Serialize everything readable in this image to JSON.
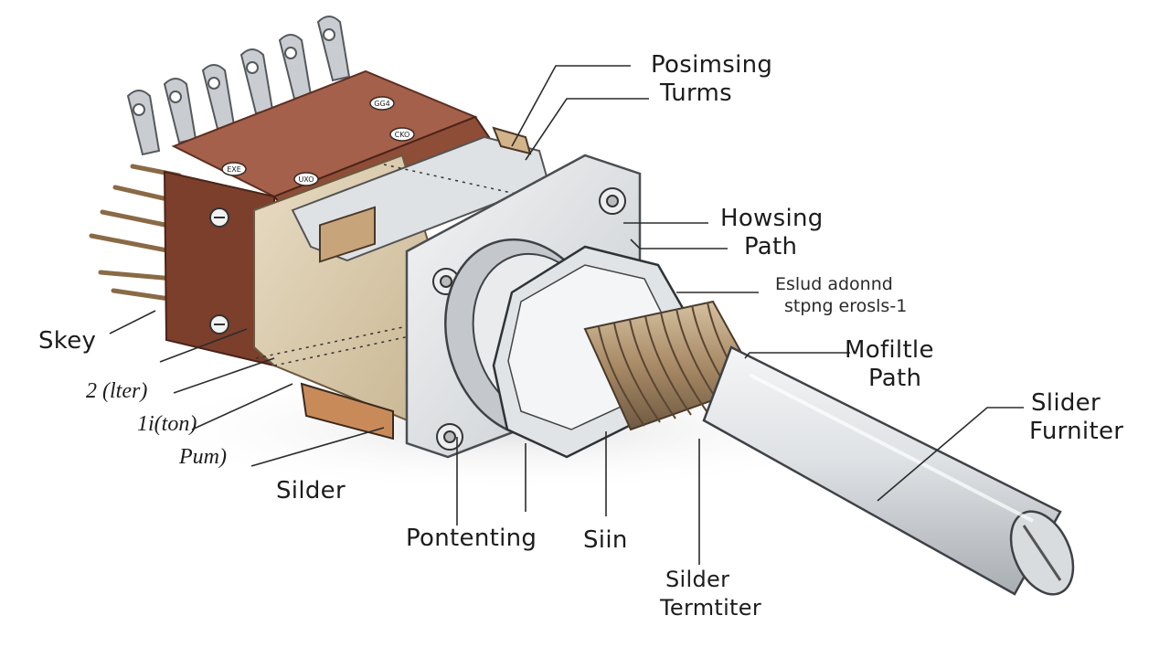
{
  "colors": {
    "terminal_block": "#a4604a",
    "terminal_block_dark": "#7b3f2c",
    "housing_beige": "#d8c7a8",
    "metal_light": "#e6e8ea",
    "metal_mid": "#b9bdc2",
    "metal_dark": "#7e8388",
    "thread_bronze": "#9c8060",
    "leader_line": "#2b2b2b"
  },
  "icons": [
    "terminal-lug-icon",
    "pin-icon",
    "screw-icon",
    "nut-icon",
    "shaft-icon"
  ],
  "component_marks": [
    "GG4",
    "CKO",
    "EXE",
    "UXO"
  ],
  "labels": {
    "posimsing_turms": [
      "Posimsing",
      "Turms"
    ],
    "howsing_path": [
      "Howsing",
      "Path"
    ],
    "eslud_adonnd": [
      "Eslud adonnd",
      "stpng erosls-1"
    ],
    "mofiltle_path": [
      "Mofiltle",
      "Path"
    ],
    "slider_furniter": [
      "Slider",
      "Furniter"
    ],
    "skey": "Skey",
    "iter": "2 (lter)",
    "iton": "1i(ton)",
    "pum": "Pum)",
    "silder": "Silder",
    "pontenting": "Pontenting",
    "siin": "Siin",
    "silder_termtiter": [
      "Silder",
      "Termtiter"
    ]
  }
}
